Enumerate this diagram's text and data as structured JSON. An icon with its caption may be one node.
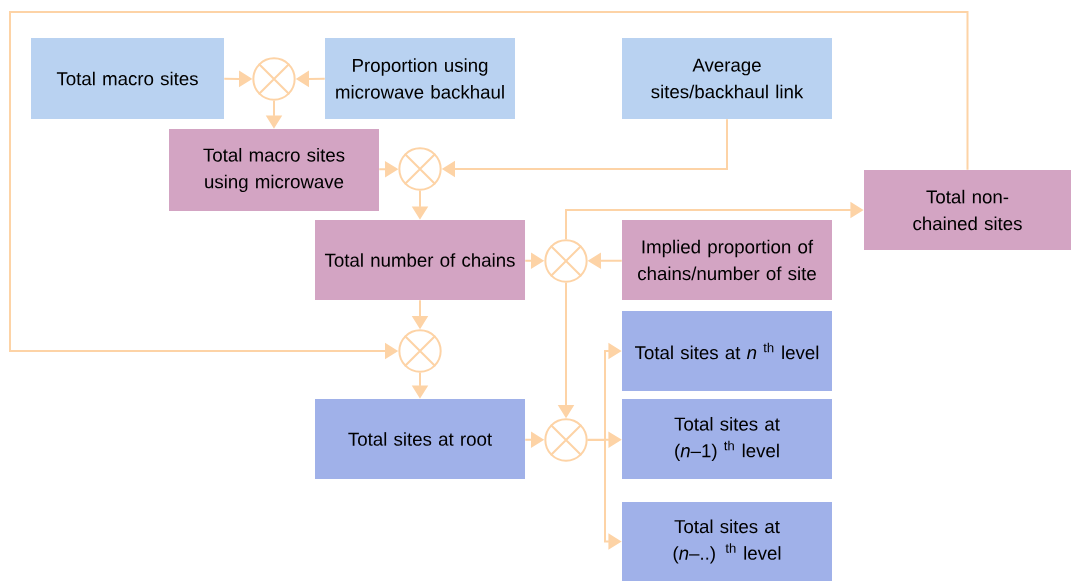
{
  "diagram": {
    "nodes": [
      {
        "text": [
          "Total macro sites"
        ]
      },
      {
        "text": [],
        "shape": "circle"
      },
      {
        "text": [
          "Proportion using microwave backhaul"
        ]
      },
      {
        "text": [
          "Average sites/backhaul link"
        ]
      },
      {
        "text": [
          "Total macro sites using microwave"
        ]
      },
      {
        "text": [],
        "shape": "circle"
      },
      {
        "text": [
          "Total non-chained sites"
        ]
      },
      {
        "text": [
          "Total number of chains"
        ]
      },
      {
        "text": [],
        "shape": "circle"
      },
      {
        "text": [
          "Implied proportion of chains/number of site"
        ]
      },
      {
        "text": [],
        "shape": "circle"
      },
      {
        "text": [
          "Total sites at *n* $^{th}$ level"
        ]
      },
      {
        "text": [
          "Total sites at root"
        ]
      },
      {
        "text": [],
        "shape": "circle"
      },
      {
        "text": [
          "Total sites at (*n*–1) $^{th}$ level"
        ]
      },
      {
        "text": [
          "Total sites at (*n*–..) $^{th}$ level"
        ]
      }
    ],
    "edges": [
      {
        "from": 0,
        "to": 1,
        "arrow": "to"
      },
      {
        "from": 2,
        "to": 1,
        "arrow": "to"
      },
      {
        "from": 1,
        "to": 4,
        "arrow": "to"
      },
      {
        "from": 4,
        "to": 5,
        "arrow": "to"
      },
      {
        "from": 3,
        "to": 5,
        "arrow": "to"
      },
      {
        "from": 5,
        "to": 7,
        "arrow": "to"
      },
      {
        "from": 7,
        "to": 8,
        "arrow": "to"
      },
      {
        "from": 9,
        "to": 8,
        "arrow": "to"
      },
      {
        "from": 8,
        "to": 6,
        "arrow": "to"
      },
      {
        "from": 6,
        "to": 10,
        "arrow": "to"
      },
      {
        "from": 7,
        "to": 10,
        "arrow": "to"
      },
      {
        "from": 10,
        "to": 12,
        "arrow": "to"
      },
      {
        "from": 12,
        "to": 13,
        "arrow": "to"
      },
      {
        "from": 8,
        "to": 13,
        "arrow": "to"
      },
      {
        "from": 13,
        "to": 11,
        "arrow": "to"
      },
      {
        "from": 13,
        "to": 14,
        "arrow": "to"
      },
      {
        "from": 13,
        "to": 15,
        "arrow": "to"
      }
    ]
  }
}
